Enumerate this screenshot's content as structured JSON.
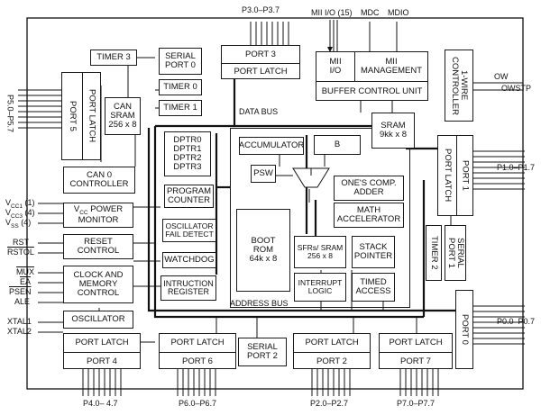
{
  "blocks": {
    "timer3": "TIMER 3",
    "serial_port0": [
      "SERIAL",
      "PORT 0"
    ],
    "timer0": "TIMER 0",
    "timer1": "TIMER 1",
    "port3": "PORT 3",
    "port3_latch": "PORT LATCH",
    "mii_io": [
      "MII",
      "I/O"
    ],
    "mii_mgmt": [
      "MII",
      "MANAGEMENT"
    ],
    "buffer_ctrl": "BUFFER CONTROL UNIT",
    "one_wire": [
      "1-WIRE",
      "CONTROLLER"
    ],
    "port5": "PORT 5",
    "port5_latch": "PORT LATCH",
    "can_sram": [
      "CAN",
      "SRAM",
      "256 x 8"
    ],
    "dptr": [
      "DPTR0",
      "DPTR1",
      "DPTR2",
      "DPTR3"
    ],
    "accumulator": "ACCUMULATOR",
    "b": "B",
    "psw": "PSW",
    "sram": [
      "SRAM",
      "9kk x 8"
    ],
    "port1": "PORT 1",
    "port1_latch": "PORT LATCH",
    "can0": [
      "CAN 0",
      "CONTROLLER"
    ],
    "program_counter": [
      "PROGRAM",
      "COUNTER"
    ],
    "ones_comp": [
      "ONE'S COMP.",
      "ADDER"
    ],
    "math": [
      "MATH",
      "ACCELERATOR"
    ],
    "vcc_monitor": [
      "V",
      "CC",
      " POWER",
      "MONITOR"
    ],
    "osc_fail": [
      "OSCILLATOR",
      "FAIL DETECT"
    ],
    "reset_ctrl": [
      "RESET",
      "CONTROL"
    ],
    "boot_rom": [
      "BOOT",
      "ROM",
      "64k x 8"
    ],
    "sfrs": [
      "SFRs/ SRAM",
      "256 x 8"
    ],
    "stack_pointer": [
      "STACK",
      "POINTER"
    ],
    "timer2": "TIMER 2",
    "serial_port1": [
      "SERIAL",
      "PORT 1"
    ],
    "watchdog": "WATCHDOG",
    "clock_mem": [
      "CLOCK AND",
      "MEMORY",
      "CONTROL"
    ],
    "instr_reg": [
      "INTRUCTION",
      "REGISTER"
    ],
    "interrupt": [
      "INTERRUPT",
      "LOGIC"
    ],
    "timed_access": [
      "TIMED",
      "ACCESS"
    ],
    "port0": "PORT 0",
    "oscillator": "OSCILLATOR",
    "port4_latch": "PORT LATCH",
    "port4": "PORT 4",
    "port6_latch": "PORT LATCH",
    "port6": "PORT 6",
    "serial_port2": [
      "SERIAL",
      "PORT 2"
    ],
    "port2_latch": "PORT LATCH",
    "port2": "PORT 2",
    "port7_latch": "PORT LATCH",
    "port7": "PORT 7"
  },
  "bus_labels": {
    "data_bus": "DATA BUS",
    "address_bus": "ADDRESS BUS"
  },
  "pins": {
    "p3": "P3.0–P3.7",
    "mii_io": "MII I/O (15)",
    "mdc": "MDC",
    "mdio": "MDIO",
    "ow": "OW",
    "owstp": "OWSTP",
    "p5": "P5.0–P5.7",
    "p1": "P1.0–P1.7",
    "vcc1_base": "V",
    "vcc1_sub": "CC1",
    "vcc1_count": " (1)",
    "vcc3_base": "V",
    "vcc3_sub": "CC3",
    "vcc3_count": " (4)",
    "vss_base": "V",
    "vss_sub": "SS",
    "vss_count": " (4)",
    "rst": "RST",
    "rstol": "RSTOL",
    "mux": "MUX",
    "ea": "EA",
    "psen": "PSEN",
    "ale": "ALE",
    "p0": "P0.0–P0.7",
    "xtal1": "XTAL1",
    "xtal2": "XTAL2",
    "p4": "P4.0– 4.7",
    "p6": "P6.0–P6.7",
    "p2": "P2.0–P2.7",
    "p7": "P7.0–P7.7"
  }
}
